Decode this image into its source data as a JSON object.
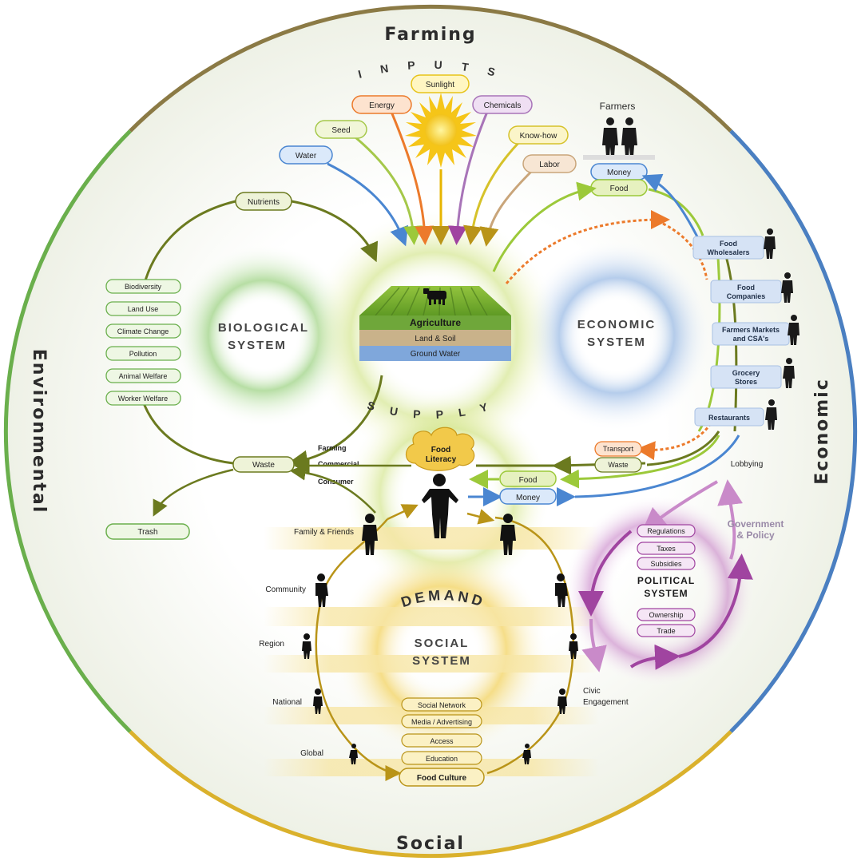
{
  "ring_labels": {
    "top": "Farming",
    "left": "Environmental",
    "right": "Economic",
    "bottom": "Social"
  },
  "inputs_title": "I N P U T S",
  "inputs": [
    "Water",
    "Seed",
    "Energy",
    "Sunlight",
    "Chemicals",
    "Know-how",
    "Labor"
  ],
  "farmers_label": "Farmers",
  "farmer_flows": [
    "Money",
    "Food"
  ],
  "biological": {
    "title_line1": "BIOLOGICAL",
    "title_line2": "SYSTEM",
    "nutrients": "Nutrients",
    "factors": [
      "Biodiversity",
      "Land Use",
      "Climate Change",
      "Pollution",
      "Animal Welfare",
      "Worker Welfare"
    ]
  },
  "agriculture": {
    "label": "Agriculture",
    "land": "Land & Soil",
    "water": "Ground Water"
  },
  "economic": {
    "title_line1": "ECONOMIC",
    "title_line2": "SYSTEM",
    "actors": [
      [
        "Food",
        "Wholesalers"
      ],
      [
        "Food",
        "Companies"
      ],
      [
        "Farmers Markets",
        "and CSA's"
      ],
      [
        "Grocery",
        "Stores"
      ],
      [
        "Restaurants"
      ]
    ]
  },
  "supply_title": "S U P P L Y",
  "supply_flows": {
    "transport": "Transport",
    "waste": "Waste",
    "food": "Food",
    "money": "Money",
    "lobbying": "Lobbying"
  },
  "food_literacy": [
    "Food",
    "Literacy"
  ],
  "waste_block": {
    "farming": "Farming",
    "commercial": "Commercial",
    "consumer": "Consumer",
    "waste": "Waste",
    "trash": "Trash"
  },
  "demand_title": "DEMAND",
  "social": {
    "title_line1": "SOCIAL",
    "title_line2": "SYSTEM",
    "scales": [
      "Family & Friends",
      "Community",
      "Region",
      "National",
      "Global"
    ],
    "factors": [
      "Social Network",
      "Media / Advertising",
      "Access",
      "Education"
    ],
    "food_culture": "Food Culture"
  },
  "political": {
    "header_line1": "Government",
    "header_line2": "& Policy",
    "title_line1": "POLITICAL",
    "title_line2": "SYSTEM",
    "tools_top": [
      "Regulations",
      "Taxes",
      "Subsidies"
    ],
    "tools_bottom": [
      "Ownership",
      "Trade"
    ],
    "civic_line1": "Civic",
    "civic_line2": "Engagement"
  },
  "colors": {
    "farming": "#8b7a45",
    "environmental": "#6aaf4c",
    "economic": "#4a7fc1",
    "social": "#dab12c",
    "political": "#a044a0"
  }
}
